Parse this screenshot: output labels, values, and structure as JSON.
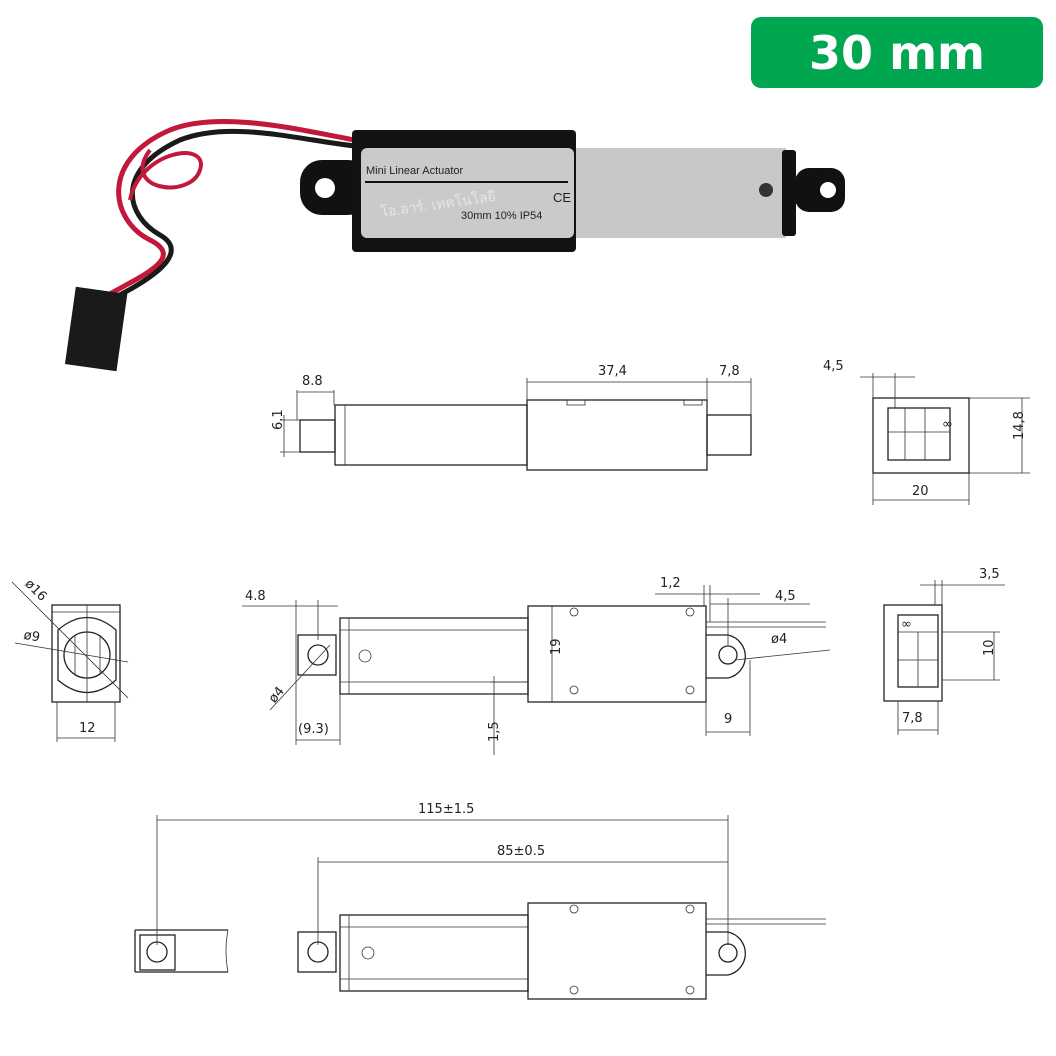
{
  "badge": {
    "label": "30 mm",
    "color": "#00a650"
  },
  "photo": {
    "label_title": "Mini Linear Actuator",
    "label_mark": "CE",
    "label_spec": "30mm 10% IP54",
    "watermark": "โอ.อาร์. เทคโนโลยี",
    "wire_colors": [
      "#c2183c",
      "#1a1a1a"
    ]
  },
  "drawing": {
    "top_view": {
      "dim_a": "8.8",
      "dim_b": "6.1",
      "dim_c": "37,4",
      "dim_d": "7,8"
    },
    "end_view_right_top": {
      "dim_a": "4,5",
      "dim_b": "14,8",
      "dim_c": "20"
    },
    "end_view_left": {
      "dim_a": "ø16",
      "dim_b": "ø9",
      "dim_c": "12"
    },
    "side_view": {
      "dim_a": "4.8",
      "dim_b": "ø4",
      "dim_c": "(9.3)",
      "dim_d": "1,5",
      "dim_e": "19",
      "dim_f": "1,2",
      "dim_g": "4,5",
      "dim_h": "ø4",
      "dim_i": "9"
    },
    "end_view_right_mid": {
      "dim_a": "3,5",
      "dim_b": "10",
      "dim_c": "7,8"
    },
    "extended_view": {
      "dim_total": "115±1.5",
      "dim_retracted": "85±0.5"
    }
  }
}
